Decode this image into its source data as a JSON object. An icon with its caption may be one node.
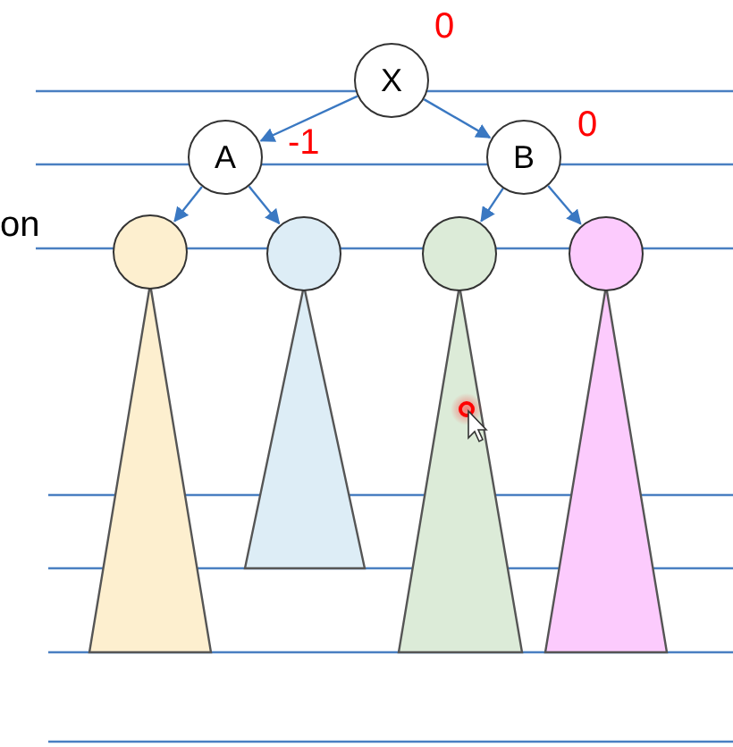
{
  "diagram": {
    "nodes": [
      {
        "text": [
          "X"
        ],
        "beside": [
          "0"
        ]
      },
      {
        "text": [
          "A"
        ],
        "beside": [
          "-1"
        ]
      },
      {
        "text": [
          "B"
        ],
        "beside": [
          "0"
        ]
      },
      {
        "text": [],
        "shape": "circle"
      },
      {
        "text": [],
        "shape": "circle"
      },
      {
        "text": [],
        "shape": "circle"
      },
      {
        "text": [],
        "shape": "circle"
      },
      {
        "text": [],
        "shape": "triangle"
      },
      {
        "text": [],
        "shape": "triangle"
      },
      {
        "text": [],
        "shape": "triangle"
      },
      {
        "text": [],
        "shape": "triangle"
      }
    ],
    "edges": [
      {
        "from": 0,
        "to": 1,
        "arrow": "to"
      },
      {
        "from": 0,
        "to": 2,
        "arrow": "to"
      },
      {
        "from": 1,
        "to": 3,
        "arrow": "to"
      },
      {
        "from": 1,
        "to": 4,
        "arrow": "to"
      },
      {
        "from": 2,
        "to": 5,
        "arrow": "to"
      },
      {
        "from": 2,
        "to": 6,
        "arrow": "to"
      }
    ],
    "labels": [
      "on"
    ]
  }
}
